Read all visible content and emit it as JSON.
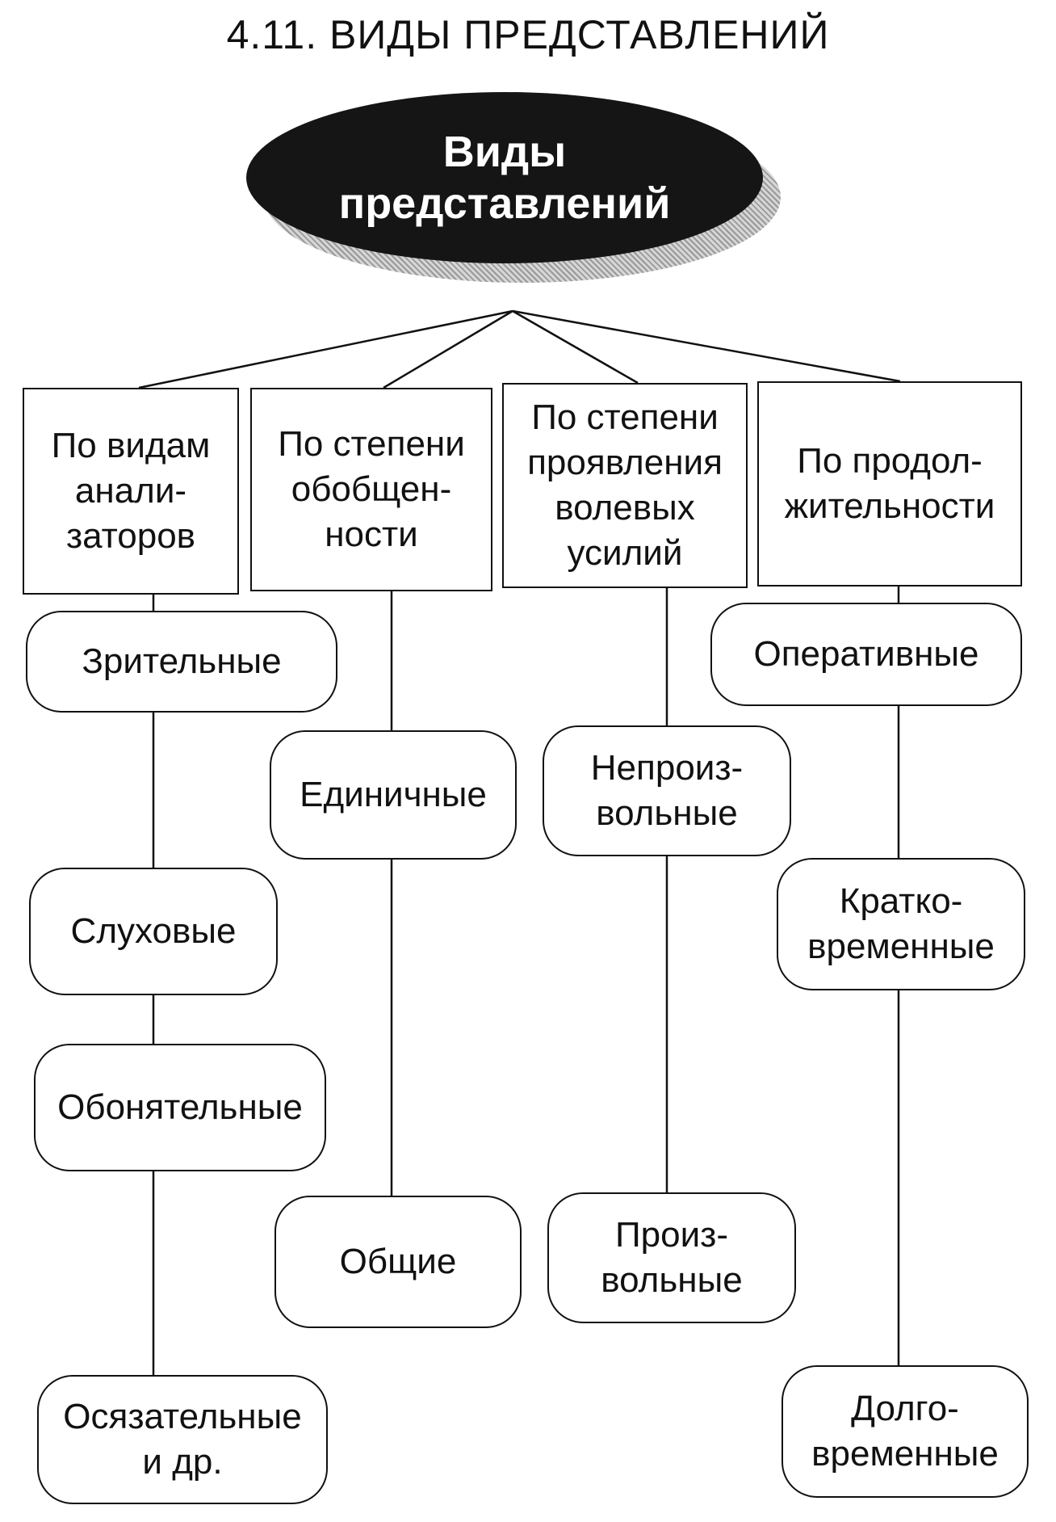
{
  "title": "4.11. ВИДЫ ПРЕДСТАВЛЕНИЙ",
  "root": {
    "line1": "Виды",
    "line2": "представлений"
  },
  "categories": [
    {
      "lines": [
        "По видам",
        "анали-",
        "заторов"
      ],
      "items": [
        {
          "lines": [
            "Зрительные"
          ]
        },
        {
          "lines": [
            "Слуховые"
          ]
        },
        {
          "lines": [
            "Обонятельные"
          ]
        },
        {
          "lines": [
            "Осязательные",
            "и др."
          ]
        }
      ]
    },
    {
      "lines": [
        "По степени",
        "обобщен-",
        "ности"
      ],
      "items": [
        {
          "lines": [
            "Единичные"
          ]
        },
        {
          "lines": [
            "Общие"
          ]
        }
      ]
    },
    {
      "lines": [
        "По степени",
        "проявления",
        "волевых",
        "усилий"
      ],
      "items": [
        {
          "lines": [
            "Непроиз-",
            "вольные"
          ]
        },
        {
          "lines": [
            "Произ-",
            "вольные"
          ]
        }
      ]
    },
    {
      "lines": [
        "По продол-",
        "жительности"
      ],
      "items": [
        {
          "lines": [
            "Оперативные"
          ]
        },
        {
          "lines": [
            "Кратко-",
            "временные"
          ]
        },
        {
          "lines": [
            "Долго-",
            "временные"
          ]
        }
      ]
    }
  ]
}
